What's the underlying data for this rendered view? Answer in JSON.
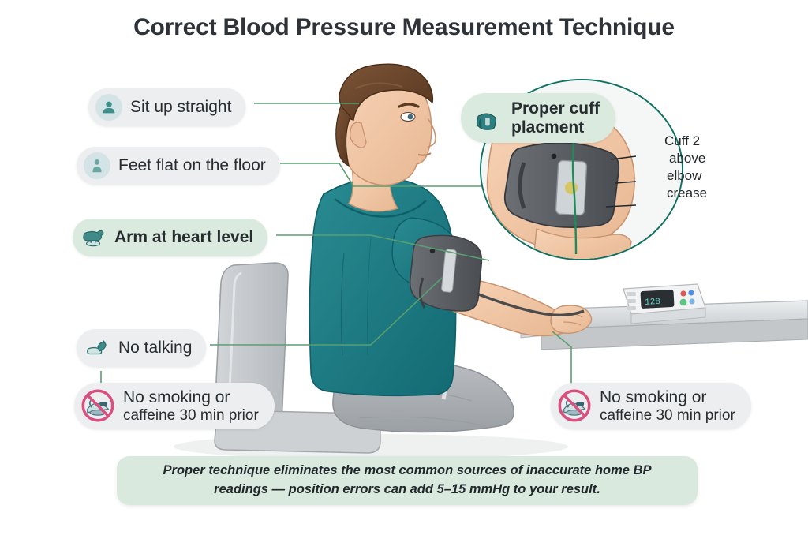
{
  "title": "Correct Blood Pressure Measurement Technique",
  "colors": {
    "background": "#ffffff",
    "title_text": "#2e3338",
    "pill_gray": "#eceef0",
    "pill_green": "#dbeade",
    "connector_line": "#5a9e72",
    "inset_border": "#0f7060",
    "prohibition_red": "#d94f7e",
    "caption_bg": "#d9e9dd",
    "shirt_teal": "#1f7d86",
    "cuff_gray": "#5b5f63",
    "chair_gray": "#c9cdd0",
    "hair_brown": "#6b4630",
    "skin": "#f0c3a2",
    "table_gray": "#dfe2e4"
  },
  "labels": [
    {
      "id": "sit-up-straight",
      "text": "Sit up straight",
      "icon": "person-icon",
      "style": "gray"
    },
    {
      "id": "feet-flat",
      "text": "Feet flat on the floor",
      "icon": "person-seated-icon",
      "style": "gray"
    },
    {
      "id": "arm-heart-level",
      "text": "Arm at heart level",
      "icon": "arm-rest-icon",
      "style": "green"
    },
    {
      "id": "no-talking",
      "text": "No talking",
      "icon": "no-talking-icon",
      "style": "gray"
    }
  ],
  "no_smoking_left": {
    "line1": "No smoking or",
    "line2": "caffeine 30 min prior",
    "icon": "no-smoking-icon"
  },
  "no_smoking_right": {
    "line1": "No smoking or",
    "line2": "caffeine 30 min prior",
    "icon": "no-smoking-icon"
  },
  "cuff_label": {
    "line1": "Proper cuff",
    "line2": "placment",
    "icon": "cuff-icon"
  },
  "inset": {
    "callout_lines": [
      "Cuff 2",
      "above",
      "elbow",
      "crease"
    ]
  },
  "caption": {
    "line1": "Proper technique eliminates the most common sources of inaccurate home BP readings —",
    "line2": "position errors can add 5–15 mmHg to your result."
  }
}
